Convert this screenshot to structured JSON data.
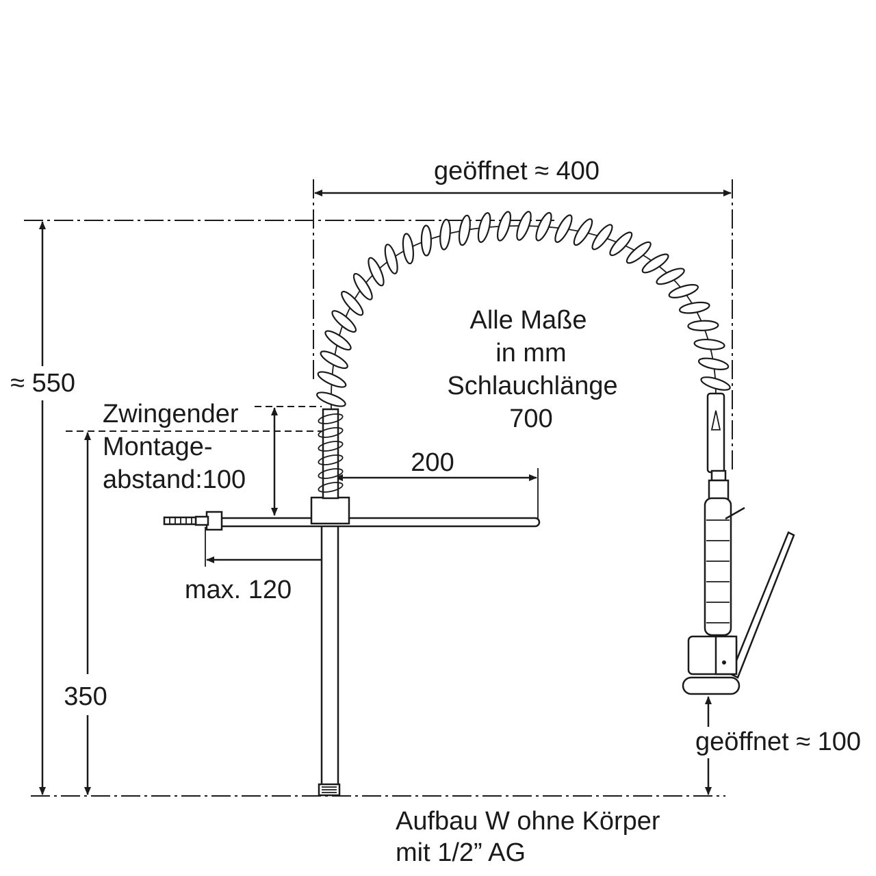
{
  "labels": {
    "width_open": "geöffnet ≈ 400",
    "height_total": "≈ 550",
    "note_line1": "Alle Maße",
    "note_line2": "in mm",
    "note_line3": "Schlauchlänge",
    "note_line4": "700",
    "mount_line1": "Zwingender",
    "mount_line2": "Montage-",
    "mount_line3": "abstand:100",
    "spout": "200",
    "inlet": "max. 120",
    "height_body": "350",
    "nozzle_open": "geöffnet ≈ 100",
    "caption_line1": "Aufbau W ohne Körper",
    "caption_line2": "mit 1/2” AG"
  },
  "colors": {
    "line": "#1a1a1a",
    "background": "#ffffff"
  }
}
